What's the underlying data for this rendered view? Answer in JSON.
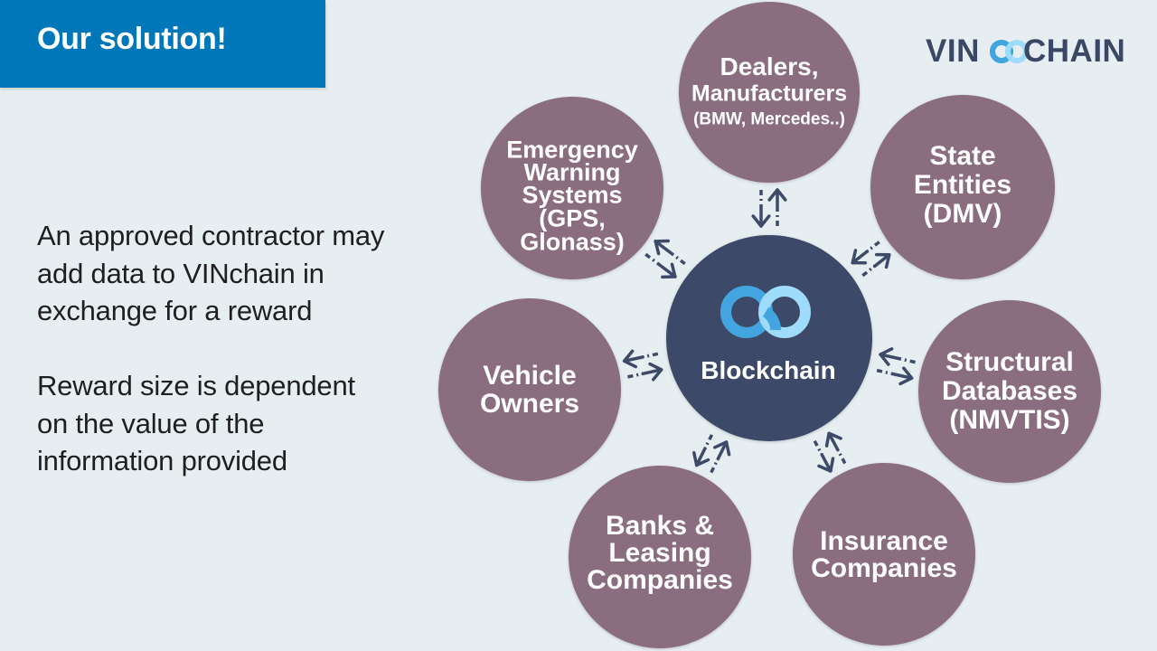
{
  "slide": {
    "title": "Our solution!",
    "paragraphs": [
      [
        "An approved contractor may",
        "add data to VINchain in",
        "exchange for a reward"
      ],
      [
        "Reward size is dependent",
        "on the value of the",
        "information provided"
      ]
    ]
  },
  "logo": {
    "text_left": "VIN",
    "text_right": "CHAIN",
    "icon": "chain-link-icon"
  },
  "colors": {
    "background": "#e6eef1",
    "title_bar": "#0077b8",
    "hub": "#3d4a68",
    "node": "#8a6d7e",
    "arrow": "#3d4a68",
    "link_dark": "#43a5e0",
    "link_light": "#9fdcfb",
    "logo_text": "#3a4866"
  },
  "diagram": {
    "hub": {
      "label": "Blockchain",
      "icon": "chain-link-icon"
    },
    "nodes": [
      {
        "id": "dealers",
        "lines": [
          "Dealers,",
          "Manufacturers",
          "(BMW, Mercedes..)"
        ]
      },
      {
        "id": "state",
        "lines": [
          "State",
          "Entities",
          "(DMV)"
        ]
      },
      {
        "id": "structural",
        "lines": [
          "Structural",
          "Databases",
          "(NMVTIS)"
        ]
      },
      {
        "id": "insurance",
        "lines": [
          "Insurance",
          "Companies"
        ]
      },
      {
        "id": "banks",
        "lines": [
          "Banks &",
          "Leasing",
          "Companies"
        ]
      },
      {
        "id": "owners",
        "lines": [
          "Vehicle",
          "Owners"
        ]
      },
      {
        "id": "emergency",
        "lines": [
          "Emergency",
          "Warning",
          "Systems",
          "(GPS,",
          "Glonass)"
        ]
      }
    ],
    "connection": "bidirectional-arrow"
  }
}
